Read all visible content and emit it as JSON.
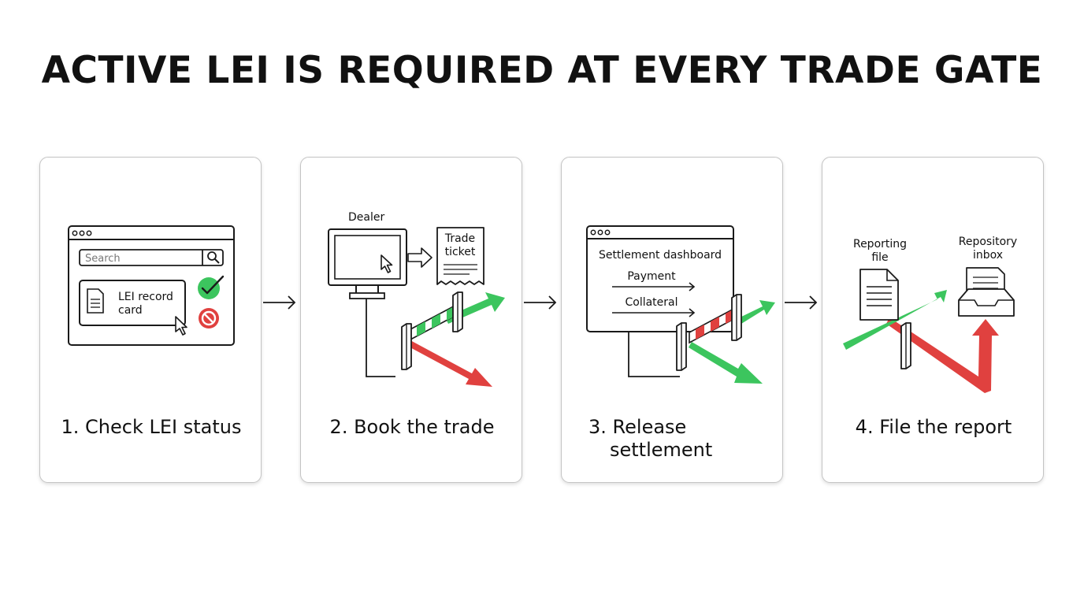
{
  "title": "ACTIVE LEI IS REQUIRED AT EVERY TRADE GATE",
  "colors": {
    "green": "#3cc55e",
    "red": "#e0413f",
    "stroke": "#1a1a1a",
    "card_border": "#c4c4c4"
  },
  "steps": [
    {
      "number": "1.",
      "label": "Check LEI status",
      "illustration": {
        "search_placeholder": "Search",
        "record_line1": "LEI record",
        "record_line2": "card",
        "icons": [
          "search-icon",
          "document-icon",
          "cursor-icon",
          "check-icon",
          "blocked-icon"
        ]
      }
    },
    {
      "number": "2.",
      "label": "Book the trade",
      "illustration": {
        "dealer_label": "Dealer",
        "ticket_line1": "Trade",
        "ticket_line2": "ticket",
        "icons": [
          "monitor-icon",
          "cursor-icon",
          "arrow-right-icon",
          "receipt-icon",
          "gate-icon",
          "green-arrow-icon",
          "red-arrow-icon"
        ]
      }
    },
    {
      "number": "3.",
      "label": "Release",
      "label_line2": "settlement",
      "illustration": {
        "dashboard_title": "Settlement dashboard",
        "payment_label": "Payment",
        "collateral_label": "Collateral",
        "icons": [
          "gate-icon",
          "green-arrow-icon"
        ]
      }
    },
    {
      "number": "4.",
      "label": "File the report",
      "illustration": {
        "file_line1": "Reporting",
        "file_line2": "file",
        "inbox_line1": "Repository",
        "inbox_line2": "inbox",
        "icons": [
          "document-icon",
          "inbox-icon",
          "gate-post-icon",
          "green-arrow-icon",
          "red-arrow-icon"
        ]
      }
    }
  ]
}
